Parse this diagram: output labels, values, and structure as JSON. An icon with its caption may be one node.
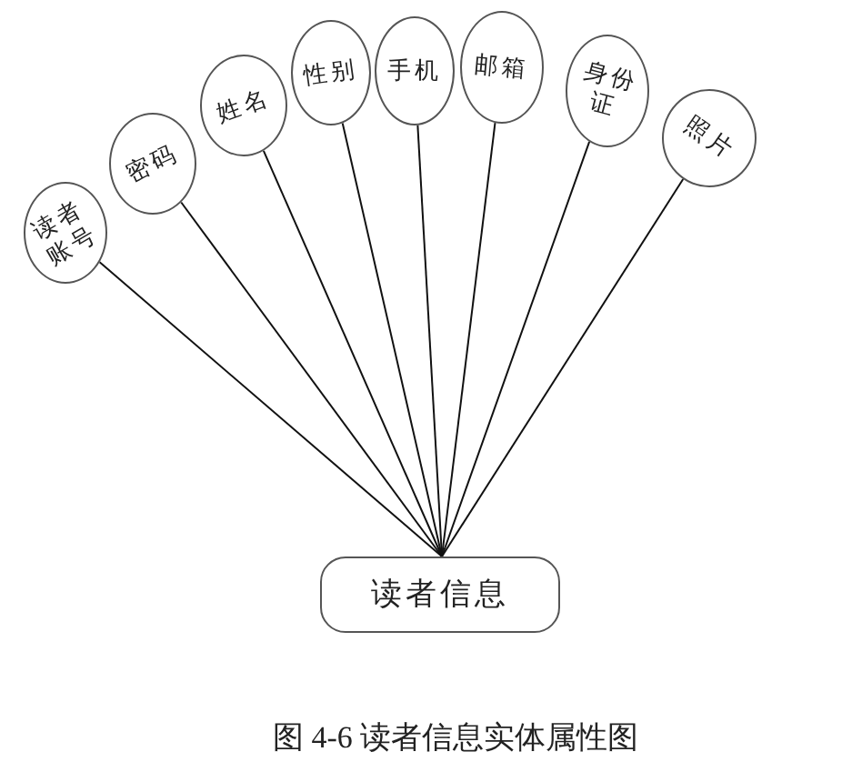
{
  "diagram": {
    "caption": "图 4-6 读者信息实体属性图",
    "nodes": [
      {
        "text": [
          "读者账号"
        ]
      },
      {
        "text": [
          "密码"
        ]
      },
      {
        "text": [
          "姓名"
        ]
      },
      {
        "text": [
          "性别"
        ]
      },
      {
        "text": [
          "手机"
        ]
      },
      {
        "text": [
          "邮箱"
        ]
      },
      {
        "text": [
          "身份证"
        ]
      },
      {
        "text": [
          "照片"
        ]
      },
      {
        "text": [
          "读者信息"
        ]
      }
    ],
    "edges": [
      {
        "from": 0,
        "to": 8,
        "arrow": "none"
      },
      {
        "from": 1,
        "to": 8,
        "arrow": "none"
      },
      {
        "from": 2,
        "to": 8,
        "arrow": "none"
      },
      {
        "from": 3,
        "to": 8,
        "arrow": "none"
      },
      {
        "from": 4,
        "to": 8,
        "arrow": "none"
      },
      {
        "from": 5,
        "to": 8,
        "arrow": "none"
      },
      {
        "from": 6,
        "to": 8,
        "arrow": "none"
      },
      {
        "from": 7,
        "to": 8,
        "arrow": "none"
      }
    ]
  }
}
